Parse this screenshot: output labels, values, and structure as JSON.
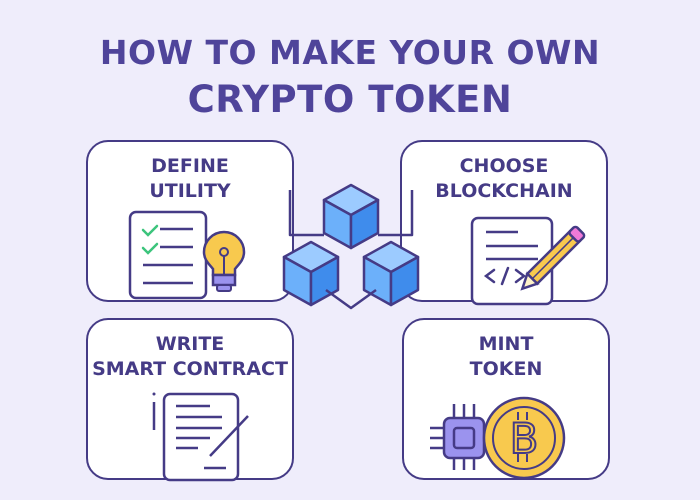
{
  "title": {
    "line1": "HOW TO MAKE YOUR OWN",
    "line2": "CRYPTO TOKEN"
  },
  "steps": [
    {
      "line1": "DEFINE",
      "line2": "UTILITY",
      "icon": "checklist-lightbulb-icon"
    },
    {
      "line1": "CHOOSE",
      "line2": "BLOCKCHAIN",
      "icon": "code-document-pencil-icon"
    },
    {
      "line1": "WRITE",
      "line2": "SMART CONTRACT",
      "icon": "document-signature-icon"
    },
    {
      "line1": "MINT",
      "line2": "TOKEN",
      "icon": "chip-bitcoin-icon"
    }
  ],
  "center_icon": "blockchain-cubes-icon",
  "colors": {
    "background": "#efedfb",
    "primary": "#453b86",
    "cube": "#5aa0f5",
    "bulb": "#f8c94e",
    "check": "#3cc47c",
    "eraser": "#f07ad8",
    "chip": "#9b93ee"
  }
}
